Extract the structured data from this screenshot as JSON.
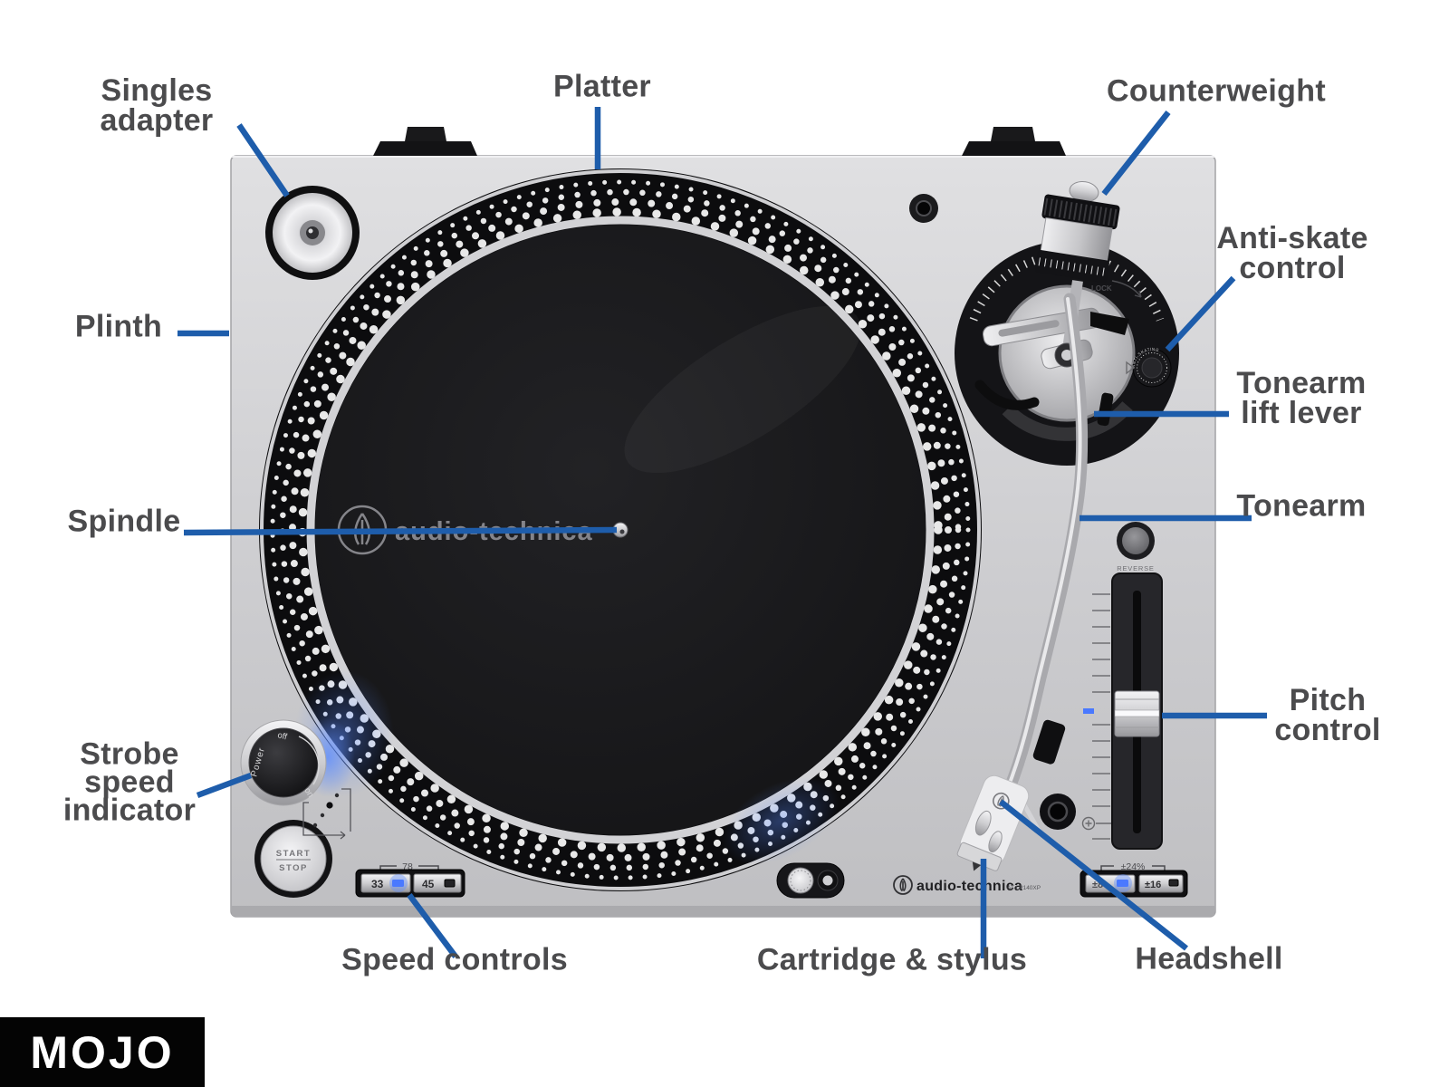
{
  "colors": {
    "background": "#ffffff",
    "label_text": "#4b4b4d",
    "leader_line": "#1e5dab",
    "plinth_silver": "#cdcdd0",
    "platter_black": "#0c0c0e",
    "led_blue": "#4a79ff",
    "mojo_bg": "#040404",
    "mojo_text": "#ffffff"
  },
  "callouts": [
    {
      "id": "singles-adapter",
      "lines": [
        "Singles",
        "adapter"
      ]
    },
    {
      "id": "platter",
      "lines": [
        "Platter"
      ]
    },
    {
      "id": "counterweight",
      "lines": [
        "Counterweight"
      ]
    },
    {
      "id": "anti-skate-control",
      "lines": [
        "Anti-skate",
        "control"
      ]
    },
    {
      "id": "tonearm-lift-lever",
      "lines": [
        "Tonearm",
        "lift lever"
      ]
    },
    {
      "id": "tonearm",
      "lines": [
        "Tonearm"
      ]
    },
    {
      "id": "plinth",
      "lines": [
        "Plinth"
      ]
    },
    {
      "id": "spindle",
      "lines": [
        "Spindle"
      ]
    },
    {
      "id": "pitch-control",
      "lines": [
        "Pitch",
        "control"
      ]
    },
    {
      "id": "strobe-speed-indicator",
      "lines": [
        "Strobe",
        "speed",
        "indicator"
      ]
    },
    {
      "id": "speed-controls",
      "lines": [
        "Speed controls"
      ]
    },
    {
      "id": "cartridge-stylus",
      "lines": [
        "Cartridge & stylus"
      ]
    },
    {
      "id": "headshell",
      "lines": [
        "Headshell"
      ]
    }
  ],
  "device": {
    "power": {
      "off_label": "off",
      "on_label": "on",
      "power_label": "Power"
    },
    "start_stop": {
      "start": "START",
      "stop": "STOP"
    },
    "speed": {
      "b33": "33",
      "b45": "45",
      "bracket_78": "78"
    },
    "pitch_range": {
      "bracket": "±24%",
      "b8": "±8",
      "b16": "±16"
    },
    "reverse_label": "REVERSE",
    "brand": {
      "name": "audio-technica",
      "model": "AT-LP140XP"
    },
    "mat": {
      "logo_text": "audio-technica"
    },
    "tonearm": {
      "lock_label": "LOCK",
      "anti_skate_label": "ANTI-SKATING"
    }
  },
  "branding": {
    "mojo": "MOJO"
  }
}
